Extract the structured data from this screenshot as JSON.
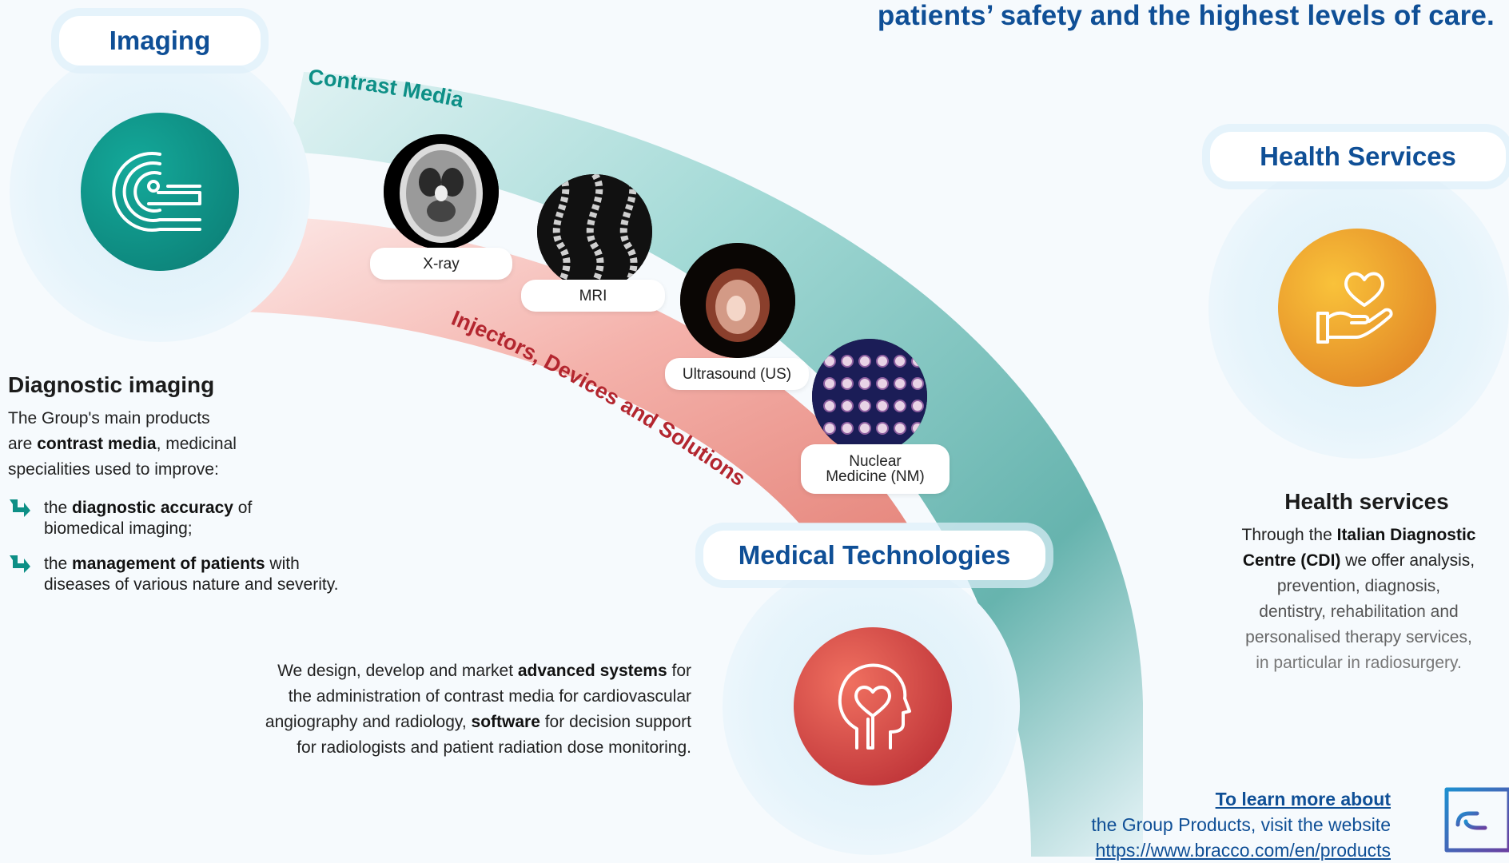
{
  "headline": "patients’ safety and the highest levels of care.",
  "imaging": {
    "pill": "Imaging",
    "arc_label": "Contrast Media",
    "title": "Diagnostic imaging",
    "intro_1": "The Group's main products",
    "intro_2a": "are ",
    "intro_2b": "contrast media",
    "intro_2c": ", medicinal",
    "intro_3": "specialities used to improve:",
    "bullet1_a": "the ",
    "bullet1_b": "diagnostic accuracy",
    "bullet1_c": " of",
    "bullet1_d": "biomedical imaging;",
    "bullet2_a": "the ",
    "bullet2_b": "management of patients",
    "bullet2_c": " with",
    "bullet2_d": "diseases of various nature and severity."
  },
  "modalities": [
    {
      "label": "X-ray"
    },
    {
      "label": "MRI"
    },
    {
      "label": "Ultrasound (US)"
    },
    {
      "label_1": "Nuclear",
      "label_2": "Medicine (NM)"
    }
  ],
  "medtech": {
    "arc_label": "Injectors, Devices and Solutions",
    "pill": "Medical Technologies",
    "l1a": "We design, develop and market ",
    "l1b": "advanced systems",
    "l1c": " for",
    "l2": "the administration of contrast media for cardiovascular",
    "l3a": "angiography and radiology, ",
    "l3b": "software",
    "l3c": " for decision support",
    "l4": "for radiologists and patient radiation dose monitoring."
  },
  "health": {
    "pill": "Health Services",
    "title": "Health services",
    "l1a": "Through the ",
    "l1b": "Italian Diagnostic",
    "l2a": "Centre (CDI)",
    "l2b": " we offer analysis,",
    "l3": "prevention, diagnosis,",
    "l4": "dentistry, rehabilitation and",
    "l5": "personalised therapy services,",
    "l6": "in particular in radiosurgery."
  },
  "learn_more": {
    "heading": "To learn more about",
    "line1": "the Group Products, visit the website",
    "url": "https://www.bracco.com/en/products"
  },
  "colors": {
    "teal": "#0d8f86",
    "red": "#b3262f",
    "blue": "#0f4f96",
    "orange": "#e89a2a"
  }
}
